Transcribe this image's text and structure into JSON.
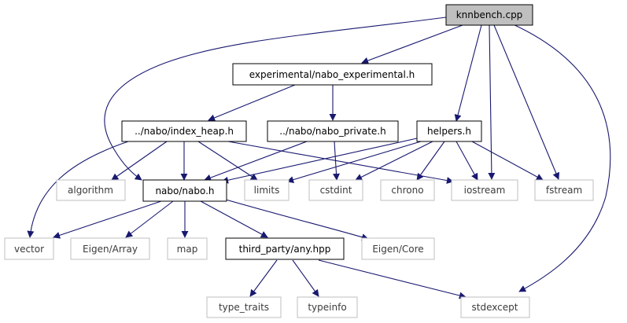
{
  "graph": {
    "root": "knnbench.cpp",
    "nodes": {
      "knnbench": "knnbench.cpp",
      "nabo_exp": "experimental/nabo_experimental.h",
      "index_heap": "../nabo/index_heap.h",
      "nabo_private": "../nabo/nabo_private.h",
      "helpers": "helpers.h",
      "nabo": "nabo/nabo.h",
      "algorithm": "algorithm",
      "limits": "limits",
      "cstdint": "cstdint",
      "chrono": "chrono",
      "iostream": "iostream",
      "fstream": "fstream",
      "vector": "vector",
      "eigen_array": "Eigen/Array",
      "map": "map",
      "any": "third_party/any.hpp",
      "eigen_core": "Eigen/Core",
      "type_traits": "type_traits",
      "typeinfo": "typeinfo",
      "stdexcept": "stdexcept"
    },
    "colors": {
      "edge": "#191970",
      "root_fill": "#bfbfbf",
      "node_border": "#000000",
      "external_border": "#bfbfbf",
      "external_text": "#3b3b3b",
      "text": "#000000"
    }
  }
}
